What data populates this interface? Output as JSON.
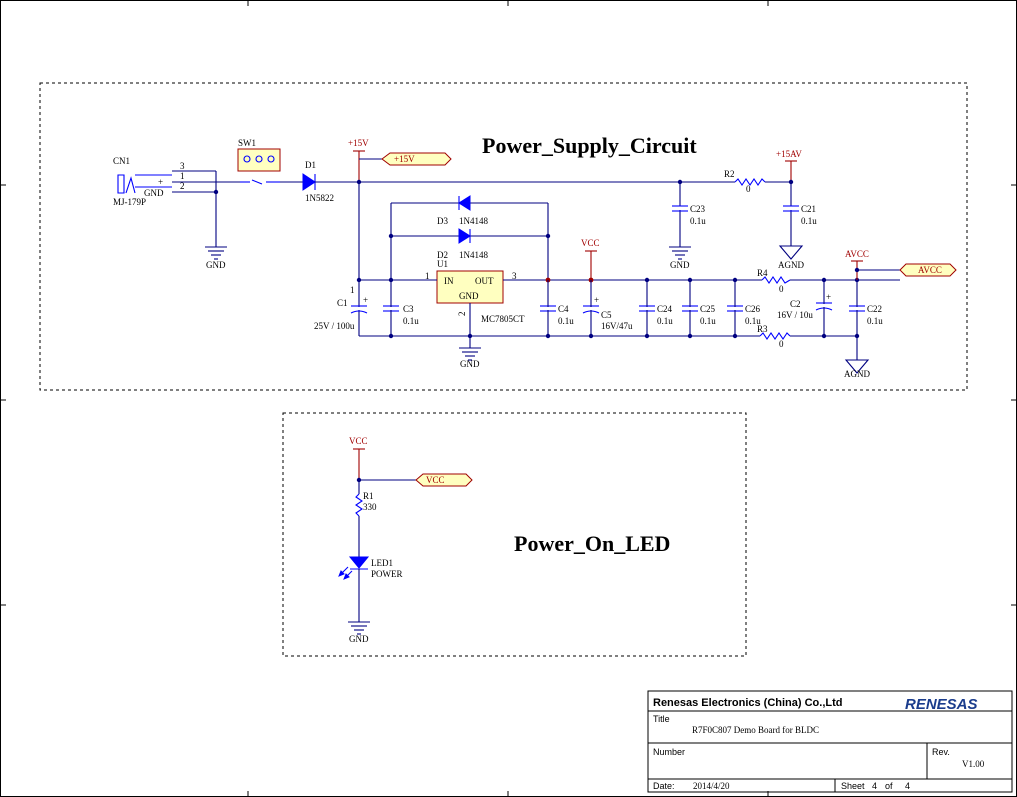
{
  "supply": {
    "title": "Power_Supply_Circuit",
    "cn1_ref": "CN1",
    "cn1_part": "MJ-179P",
    "cn1_pin3": "3",
    "cn1_pin1": "1",
    "cn1_pin2": "2",
    "cn1_gnd": "GND",
    "cn1_plus": "+",
    "sw1_ref": "SW1",
    "d1_ref": "D1",
    "d1_part": "1N5822",
    "d3_ref": "D3",
    "d3_part": "1N4148",
    "d2_ref": "D2",
    "d2_part": "1N4148",
    "u1_ref": "U1",
    "u1_part": "MC7805CT",
    "u1_in": "IN",
    "u1_out": "OUT",
    "u1_gnd": "GND",
    "u1_pin1": "1",
    "u1_pin2": "2",
    "u1_pin3": "3",
    "c1_ref": "C1",
    "c1_val": "25V / 100u",
    "c3_ref": "C3",
    "c3_val": "0.1u",
    "c4_ref": "C4",
    "c4_val": "0.1u",
    "c5_ref": "C5",
    "c5_val": "16V/47u",
    "c24_ref": "C24",
    "c24_val": "0.1u",
    "c25_ref": "C25",
    "c25_val": "0.1u",
    "c26_ref": "C26",
    "c26_val": "0.1u",
    "c2_ref": "C2",
    "c2_val": "16V / 10u",
    "c22_ref": "C22",
    "c22_val": "0.1u",
    "c23_ref": "C23",
    "c23_val": "0.1u",
    "c21_ref": "C21",
    "c21_val": "0.1u",
    "r2_ref": "R2",
    "r2_val": "0",
    "r4_ref": "R4",
    "r4_val": "0",
    "r3_ref": "R3",
    "r3_val": "0",
    "p15v": "+15V",
    "p15av": "+15AV",
    "vcc": "VCC",
    "avcc": "AVCC",
    "port15v": "+15V",
    "portavcc": "AVCC",
    "gnd": "GND",
    "agnd": "AGND"
  },
  "led": {
    "title": "Power_On_LED",
    "vcc": "VCC",
    "port": "VCC",
    "r1_ref": "R1",
    "r1_val": "330",
    "led_ref": "LED1",
    "led_val": "POWER",
    "gnd": "GND"
  },
  "titleblock": {
    "company": "Renesas Electronics (China) Co.,Ltd",
    "logo": "RENESAS",
    "title_label": "Title",
    "title_value": "R7F0C807 Demo Board for BLDC",
    "number_label": "Number",
    "rev_label": "Rev.",
    "rev_value": "V1.00",
    "date_label": "Date:",
    "date_value": "2014/4/20",
    "sheet_label": "Sheet",
    "sheet_num": "4",
    "of_label": "of",
    "sheet_total": "4"
  },
  "colors": {
    "wire": "#000080",
    "component": "#0000ff",
    "power": "#a00000"
  }
}
